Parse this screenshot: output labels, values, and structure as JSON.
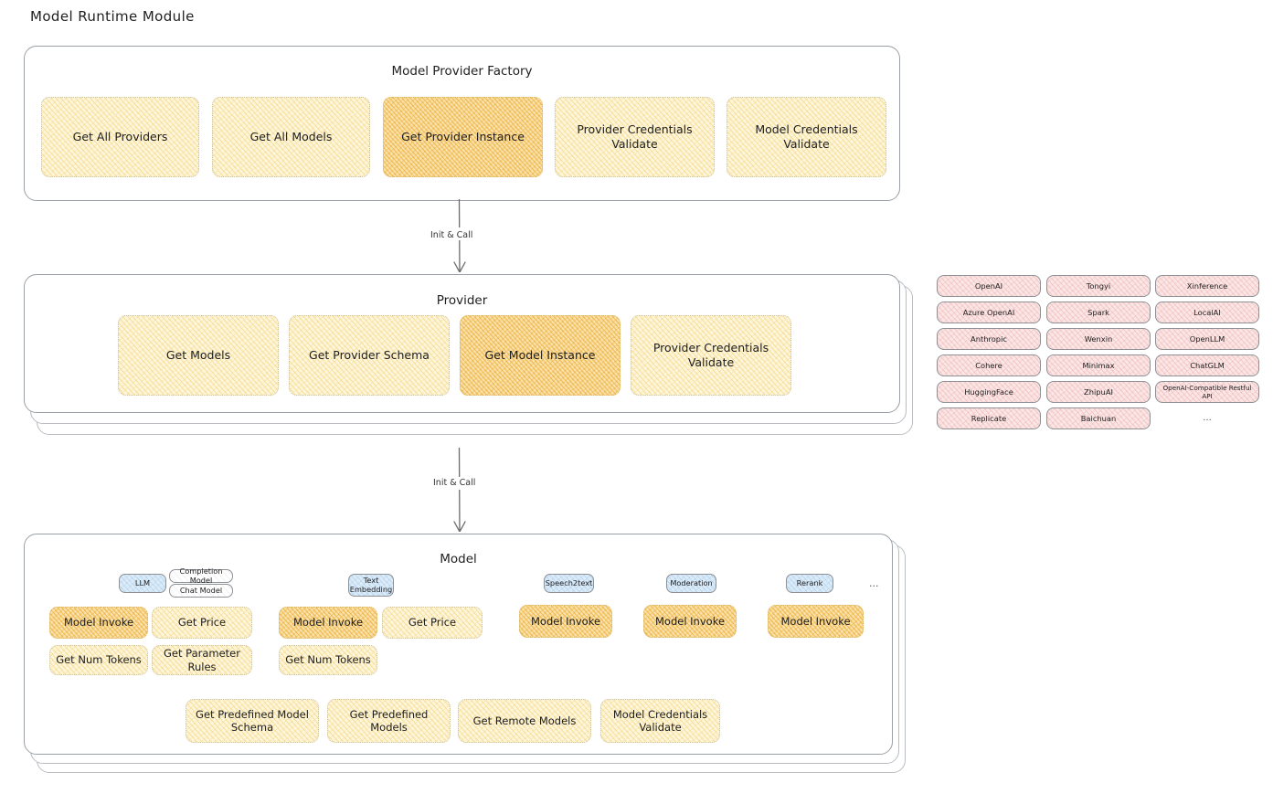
{
  "page": {
    "title": "Model Runtime Module"
  },
  "factory": {
    "title": "Model Provider Factory",
    "nodes": [
      {
        "label": "Get All Providers",
        "highlight": false
      },
      {
        "label": "Get All Models",
        "highlight": false
      },
      {
        "label": "Get Provider Instance",
        "highlight": true
      },
      {
        "label": "Provider Credentials Validate",
        "highlight": false
      },
      {
        "label": "Model Credentials Validate",
        "highlight": false
      }
    ]
  },
  "arrows": [
    {
      "label": "Init & Call"
    },
    {
      "label": "Init & Call"
    }
  ],
  "provider": {
    "title": "Provider",
    "nodes": [
      {
        "label": "Get Models",
        "highlight": false
      },
      {
        "label": "Get Provider Schema",
        "highlight": false
      },
      {
        "label": "Get Model Instance",
        "highlight": true
      },
      {
        "label": "Provider Credentials Validate",
        "highlight": false
      }
    ]
  },
  "provider_list": {
    "columns": [
      {
        "items": [
          "OpenAI",
          "Azure OpenAI",
          "Anthropic",
          "Cohere",
          "HuggingFace",
          "Replicate"
        ]
      },
      {
        "items": [
          "Tongyi",
          "Spark",
          "Wenxin",
          "Minimax",
          "ZhipuAI",
          "Baichuan"
        ]
      },
      {
        "items": [
          "Xinference",
          "LocalAI",
          "OpenLLM",
          "ChatGLM",
          "OpenAI-Compatible Restful API"
        ]
      }
    ],
    "more": "..."
  },
  "model": {
    "title": "Model",
    "more": "...",
    "groups": [
      {
        "badge": "LLM",
        "badge_style": "blue",
        "sub_badges": [
          "Completion Model",
          "Chat Model"
        ],
        "row1": [
          {
            "label": "Model Invoke",
            "highlight": true
          },
          {
            "label": "Get Price",
            "highlight": false
          }
        ],
        "row2": [
          {
            "label": "Get Num Tokens",
            "highlight": false
          },
          {
            "label": "Get Parameter Rules",
            "highlight": false
          }
        ]
      },
      {
        "badge": "Text Embedding",
        "badge_style": "blue",
        "sub_badges": [],
        "row1": [
          {
            "label": "Model Invoke",
            "highlight": true
          },
          {
            "label": "Get Price",
            "highlight": false
          }
        ],
        "row2": [
          {
            "label": "Get Num Tokens",
            "highlight": false
          }
        ]
      },
      {
        "badge": "Speech2text",
        "badge_style": "blue",
        "sub_badges": [],
        "row1": [
          {
            "label": "Model Invoke",
            "highlight": true
          }
        ],
        "row2": []
      },
      {
        "badge": "Moderation",
        "badge_style": "blue",
        "sub_badges": [],
        "row1": [
          {
            "label": "Model Invoke",
            "highlight": true
          }
        ],
        "row2": []
      },
      {
        "badge": "Rerank",
        "badge_style": "blue",
        "sub_badges": [],
        "row1": [
          {
            "label": "Model Invoke",
            "highlight": true
          }
        ],
        "row2": []
      }
    ],
    "common": [
      {
        "label": "Get Predefined Model Schema"
      },
      {
        "label": "Get Predefined Models"
      },
      {
        "label": "Get Remote Models"
      },
      {
        "label": "Model Credentials Validate"
      }
    ]
  },
  "colors": {
    "node_fill": "#fdf6dc",
    "node_highlight_fill": "#fae2ad",
    "provider_tag_fill": "#fbe6e6",
    "badge_fill": "#dcebf8",
    "border": "#9aa0a6",
    "text": "#1d1d1d"
  }
}
